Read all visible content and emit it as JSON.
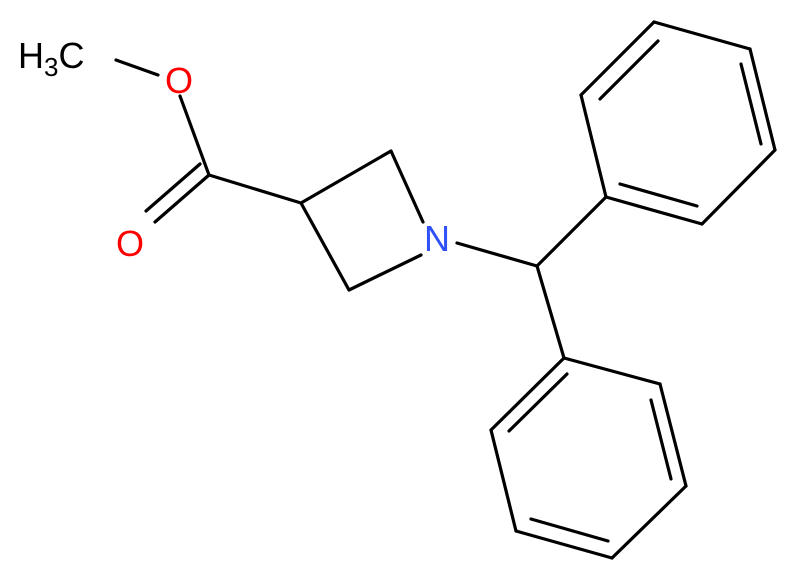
{
  "molecule": {
    "atoms": {
      "methyl": {
        "main": "H",
        "sub": "3",
        "tail": "C"
      },
      "ester_oxygen": "O",
      "carbonyl_oxygen": "O",
      "ring_nitrogen": "N"
    },
    "colors": {
      "carbon": "#000000",
      "oxygen": "#ff0000",
      "nitrogen": "#3050f8",
      "bond": "#000000"
    }
  }
}
